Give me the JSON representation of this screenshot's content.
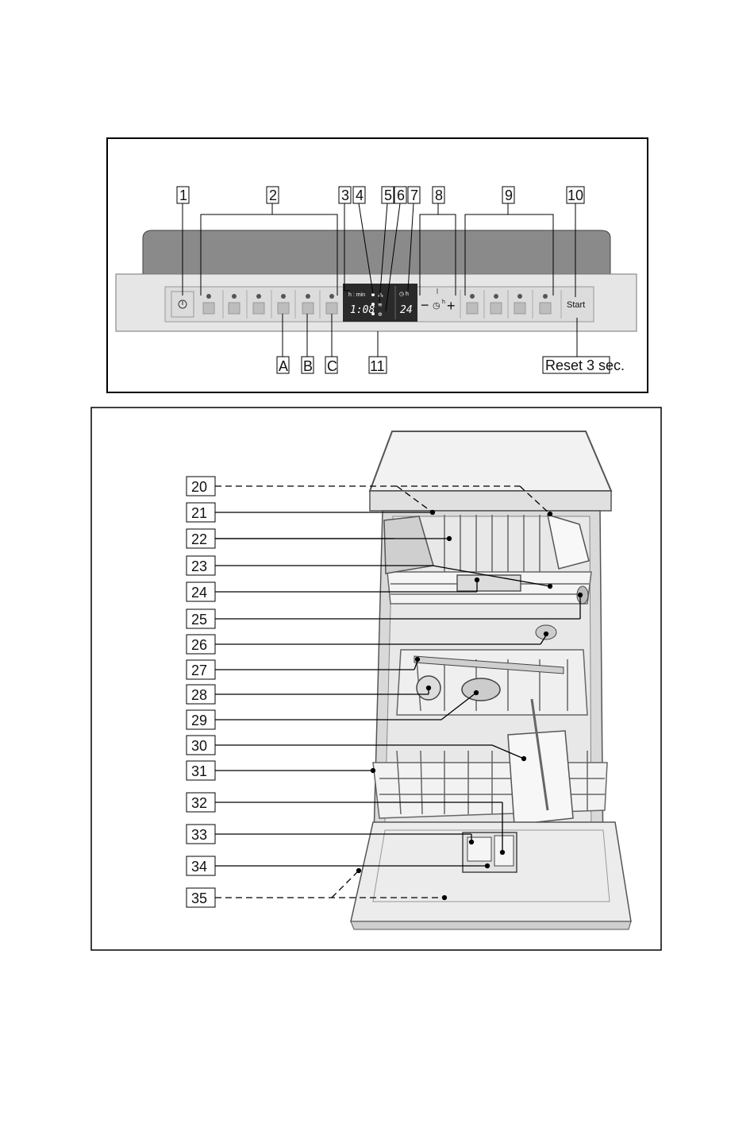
{
  "panel": {
    "top_callouts": [
      "1",
      "2",
      "3",
      "4",
      "5",
      "6",
      "7",
      "8",
      "9",
      "10"
    ],
    "bottom_callouts": [
      "A",
      "B",
      "C",
      "11"
    ],
    "reset_label": "Reset 3 sec.",
    "start_label": "Start",
    "display_left": "1:08",
    "display_right": "24",
    "hmin_label": "h : min",
    "timer_unit": "h",
    "minus_symbol": "−",
    "plus_symbol": "+"
  },
  "interior": {
    "callouts": [
      "20",
      "21",
      "22",
      "23",
      "24",
      "25",
      "26",
      "27",
      "28",
      "29",
      "30",
      "31",
      "32",
      "33",
      "34",
      "35"
    ]
  }
}
